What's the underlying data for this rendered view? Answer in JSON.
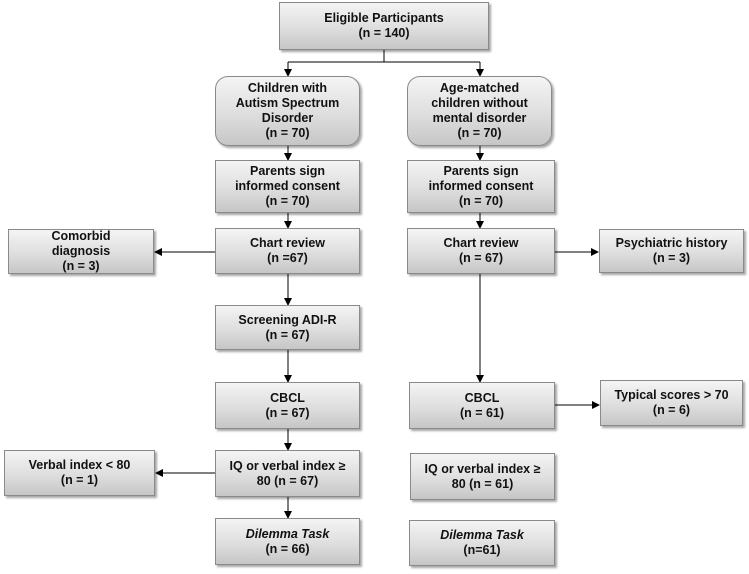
{
  "flowchart": {
    "top": {
      "lines": [
        "Eligible Participants",
        "(n = 140)"
      ]
    },
    "asd_group": {
      "group": {
        "lines": [
          "Children with",
          "Autism Spectrum",
          "Disorder",
          "(n = 70)"
        ]
      },
      "consent": {
        "lines": [
          "Parents sign",
          "informed consent",
          "(n = 70)"
        ]
      },
      "chart_review": {
        "lines": [
          "Chart review",
          "(n =67)"
        ]
      },
      "comorbid": {
        "lines": [
          "Comorbid",
          "diagnosis",
          "(n = 3)"
        ]
      },
      "screening": {
        "lines": [
          "Screening ADI-R",
          "(n = 67)"
        ]
      },
      "cbcl": {
        "lines": [
          "CBCL",
          "(n = 67)"
        ]
      },
      "iq": {
        "lines": [
          "IQ or verbal index ≥",
          "80 (n = 67)"
        ]
      },
      "verbal_excluded": {
        "lines": [
          "Verbal index < 80",
          "(n = 1)"
        ]
      },
      "dilemma": {
        "lines": [
          "Dilemma Task",
          "(n = 66)"
        ]
      }
    },
    "control_group": {
      "group": {
        "lines": [
          "Age-matched",
          "children without",
          "mental disorder",
          "(n = 70)"
        ]
      },
      "consent": {
        "lines": [
          "Parents sign",
          "informed consent",
          "(n = 70)"
        ]
      },
      "chart_review": {
        "lines": [
          "Chart review",
          "(n = 67)"
        ]
      },
      "psych_history": {
        "lines": [
          "Psychiatric history",
          "(n = 3)"
        ]
      },
      "cbcl": {
        "lines": [
          "CBCL",
          "(n = 61)"
        ]
      },
      "typical_scores": {
        "lines": [
          "Typical scores > 70",
          "(n = 6)"
        ]
      },
      "iq": {
        "lines": [
          "IQ or verbal index ≥",
          "80 (n = 61)"
        ]
      },
      "dilemma": {
        "lines": [
          "Dilemma Task",
          "(n=61)"
        ]
      }
    }
  }
}
